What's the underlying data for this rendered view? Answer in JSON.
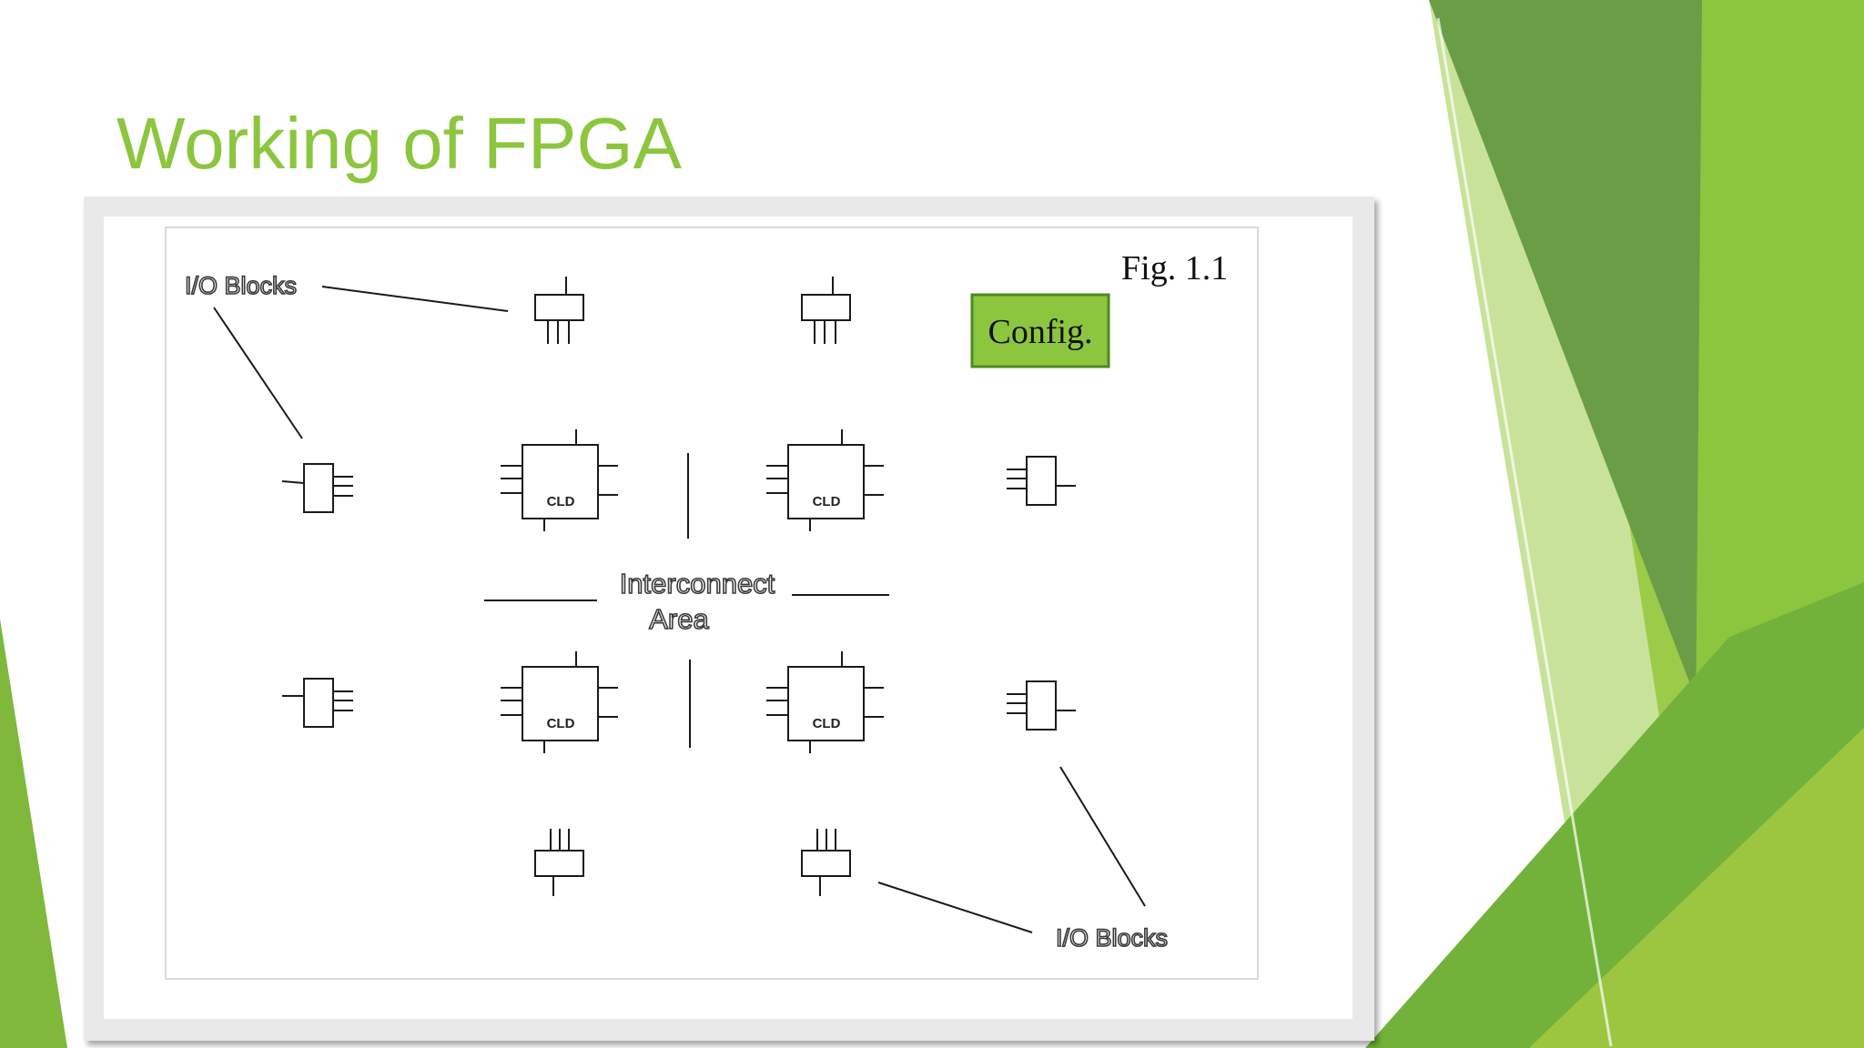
{
  "slide": {
    "title": "Working of FPGA"
  },
  "figure": {
    "caption": "Fig. 1.1",
    "config_label": "Config.",
    "io_label_top": "I/O Blocks",
    "io_label_bottom": "I/O Blocks",
    "interconnect_line1": "Interconnect",
    "interconnect_line2": "Area",
    "cld_labels": [
      "CLD",
      "CLD",
      "CLD",
      "CLD"
    ]
  },
  "colors": {
    "title": "#8cc63f",
    "config_fill": "#8cc63f",
    "accent_dark": "#5a9a2e",
    "accent_light": "#9ccb4a"
  }
}
